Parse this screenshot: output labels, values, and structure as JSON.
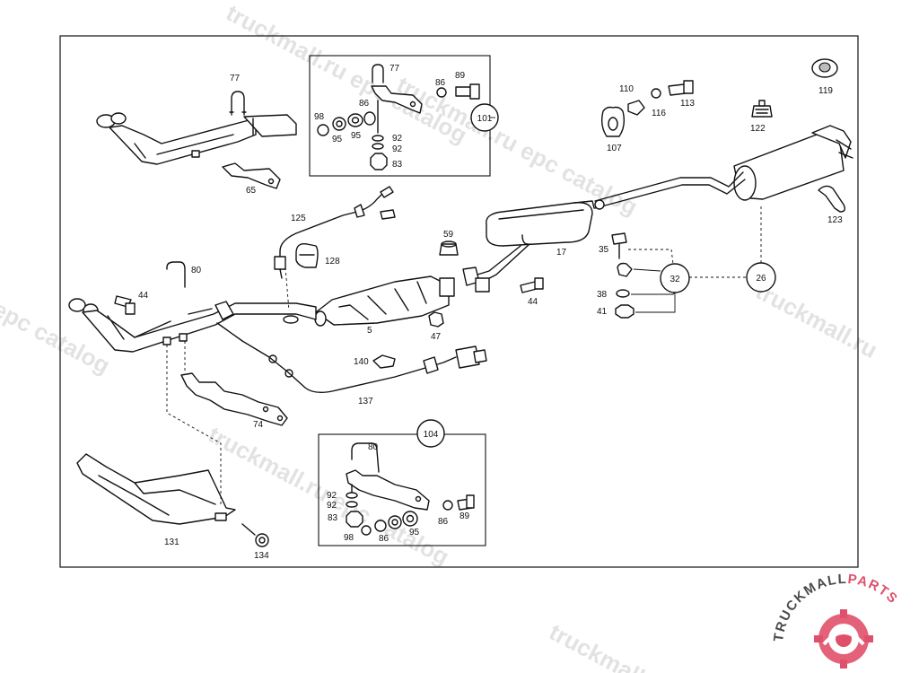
{
  "diagram": {
    "labels": {
      "l77a": "77",
      "l77b": "77",
      "l65": "65",
      "l98a": "98",
      "l95a": "95",
      "l95b": "95",
      "l86a": "86",
      "l86b": "86",
      "l89a": "89",
      "l92a": "92",
      "l92b": "92",
      "l83a": "83",
      "l101": "101",
      "l110": "110",
      "l113": "113",
      "l116": "116",
      "l107": "107",
      "l119": "119",
      "l122": "122",
      "l123": "123",
      "l125": "125",
      "l128": "128",
      "l59": "59",
      "l17": "17",
      "l35": "35",
      "l32": "32",
      "l26": "26",
      "l38": "38",
      "l41": "41",
      "l44a": "44",
      "l44b": "44",
      "l80a": "80",
      "l5": "5",
      "l47": "47",
      "l140": "140",
      "l137": "137",
      "l74": "74",
      "l104": "104",
      "l80b": "80",
      "l92c": "92",
      "l92d": "92",
      "l83b": "83",
      "l86c": "86",
      "l89b": "89",
      "l98b": "98",
      "l86d": "86",
      "l95c": "95",
      "l131": "131",
      "l134": "134"
    }
  },
  "watermark": {
    "catalog_text": "truckmall.ru epc catalog",
    "epc_text": "epc catalog",
    "site_text": "truckmall.ru"
  },
  "logo": {
    "text_main": "TRUCKMALL",
    "text_accent": "PARTS",
    "accent_color": "#e0506a",
    "main_color": "#4a4a4a"
  }
}
